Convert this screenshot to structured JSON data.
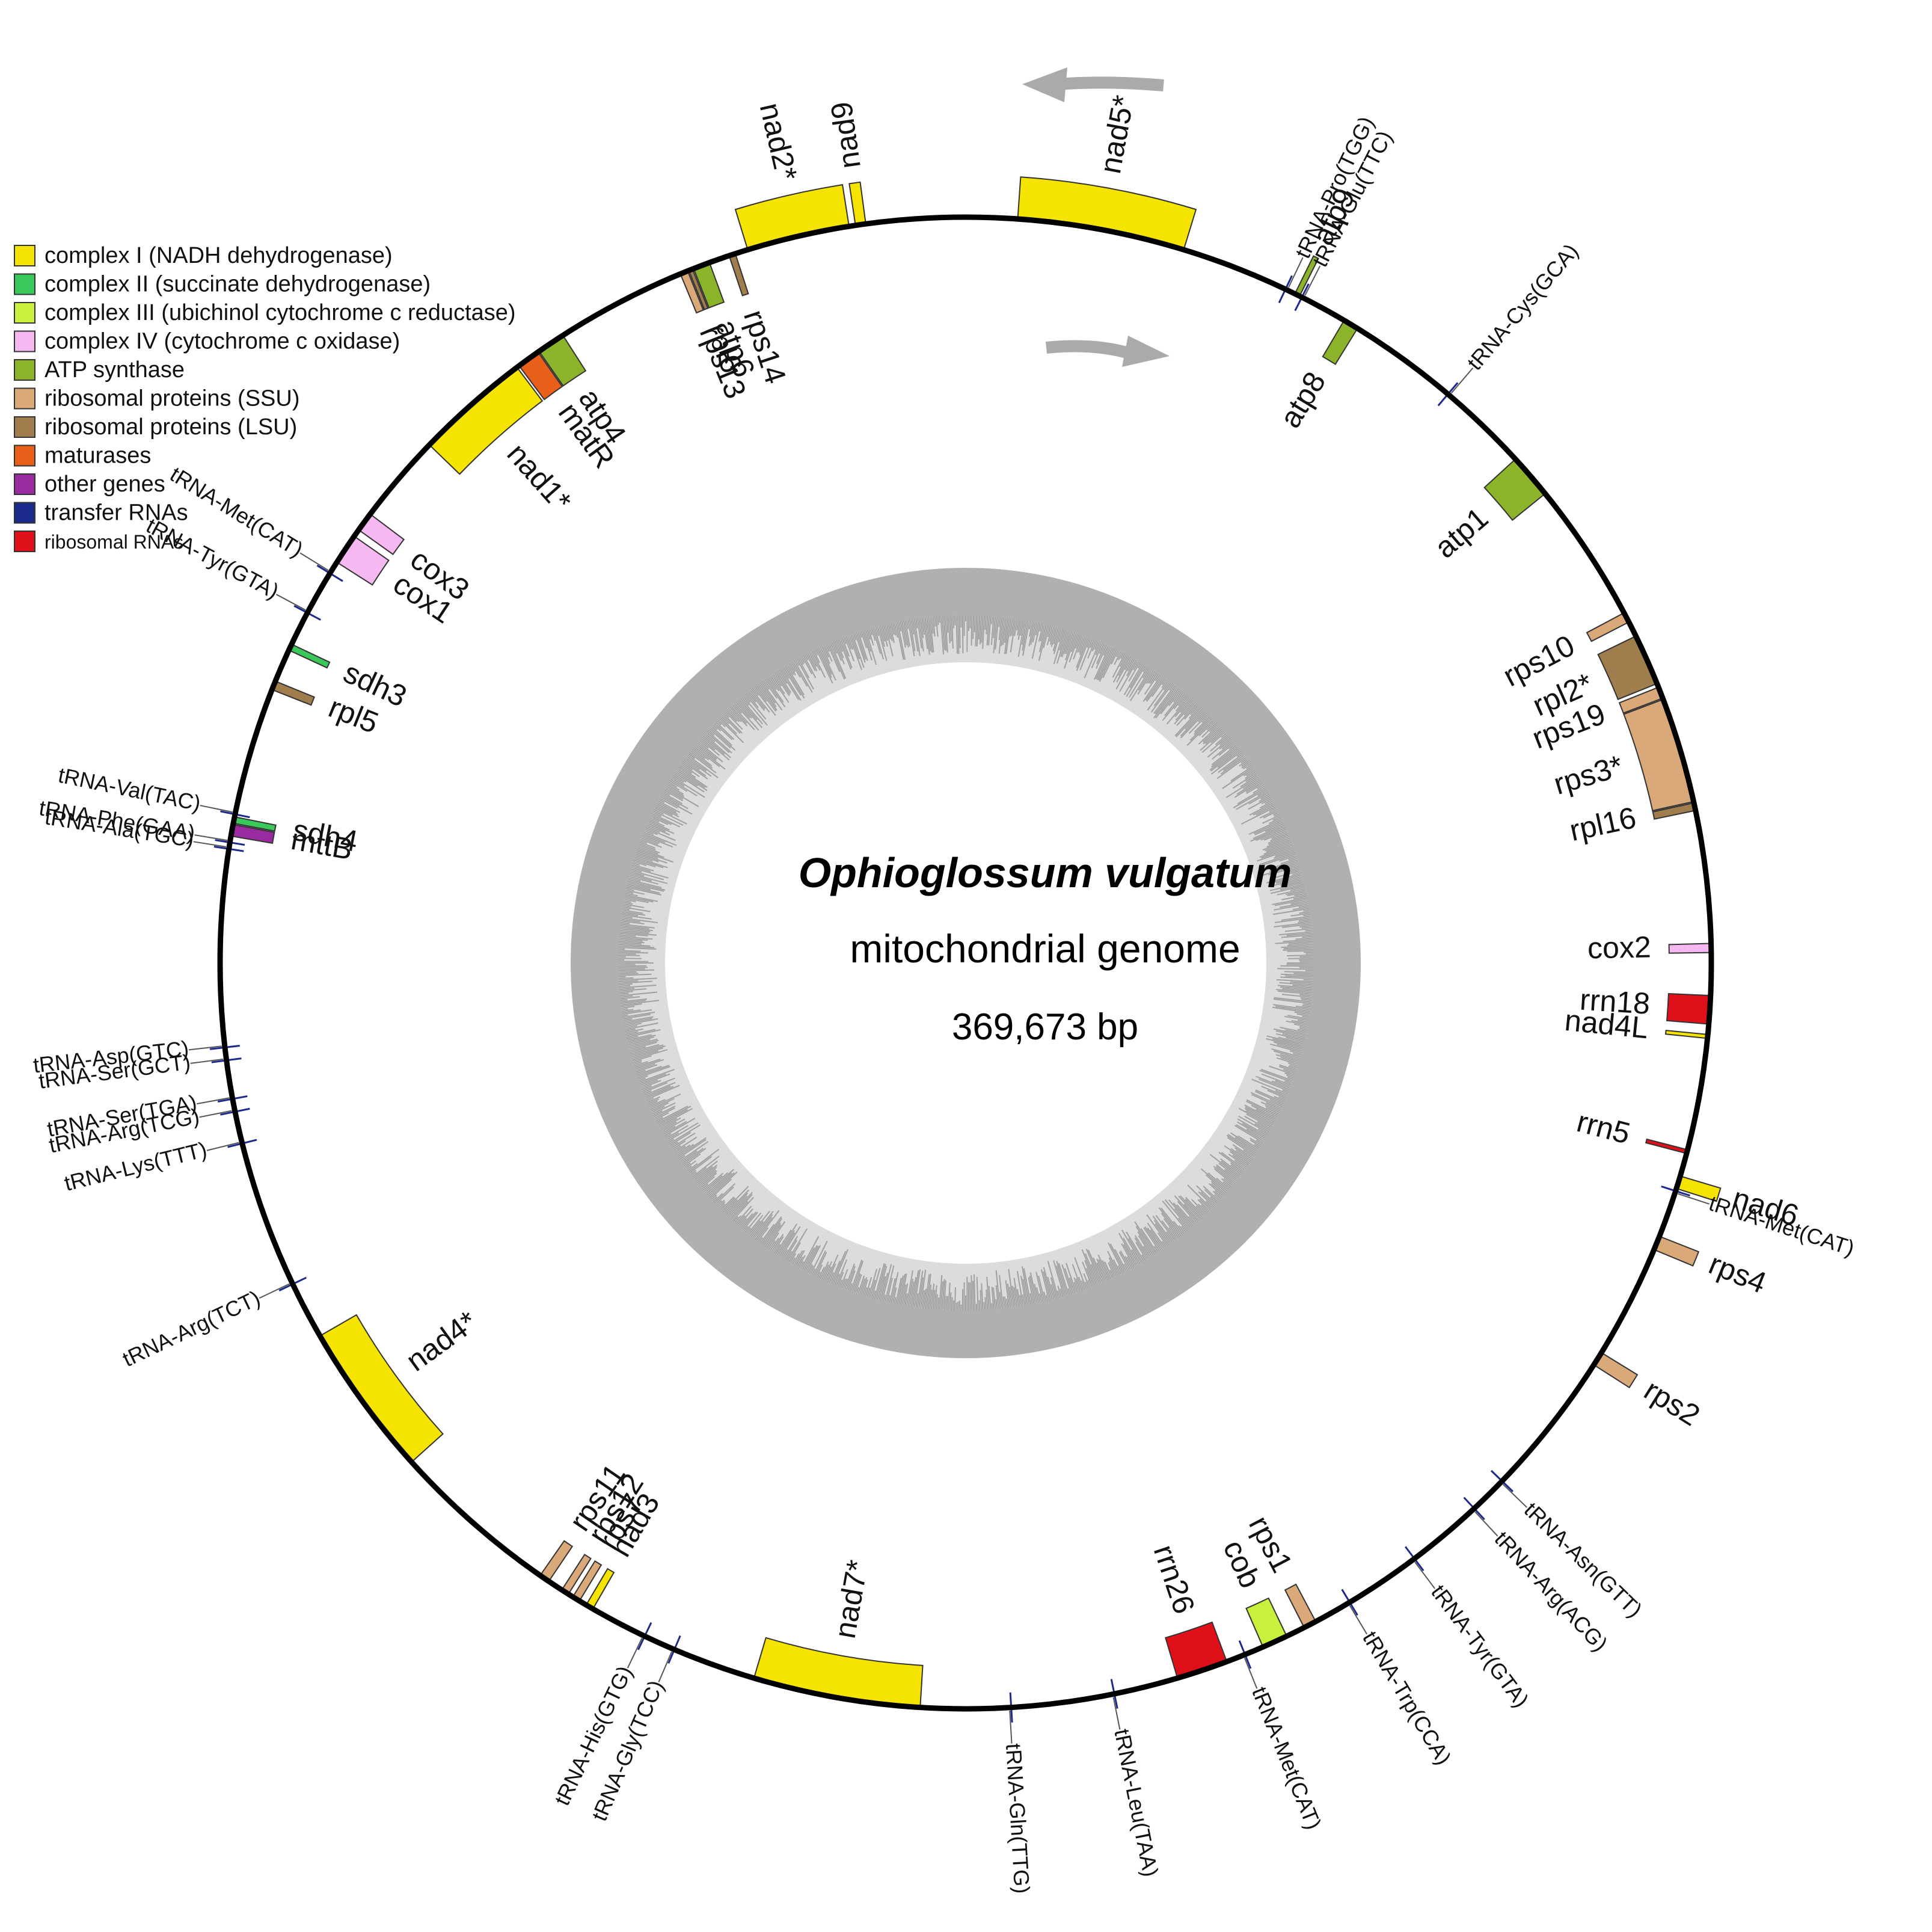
{
  "title": {
    "species": "Ophioglossum vulgatum",
    "subtitle": "mitochondrial genome",
    "size": "369,673 bp"
  },
  "colors": {
    "complex_I": "#f5e400",
    "complex_II": "#3ac85a",
    "complex_III": "#c8f03c",
    "complex_IV": "#f6b8f0",
    "atp": "#8cb42a",
    "rps": "#d9a97a",
    "rpl": "#a07d4c",
    "maturase": "#e8601a",
    "other": "#9a2aa0",
    "trna": "#1c2a8c",
    "rrna": "#e0101a"
  },
  "legend": [
    {
      "label": "complex I (NADH dehydrogenase)",
      "color": "#f5e400"
    },
    {
      "label": "complex II (succinate dehydrogenase)",
      "color": "#3ac85a"
    },
    {
      "label": "complex III (ubichinol cytochrome c reductase)",
      "color": "#c8f03c"
    },
    {
      "label": "complex IV (cytochrome c oxidase)",
      "color": "#f6b8f0"
    },
    {
      "label": "ATP synthase",
      "color": "#8cb42a"
    },
    {
      "label": "ribosomal proteins (SSU)",
      "color": "#d9a97a"
    },
    {
      "label": "ribosomal proteins (LSU)",
      "color": "#a07d4c"
    },
    {
      "label": "maturases",
      "color": "#e8601a"
    },
    {
      "label": "other genes",
      "color": "#9a2aa0"
    },
    {
      "label": "transfer RNAs",
      "color": "#1c2a8c"
    },
    {
      "label": "ribosomal RNAs",
      "color": "#e0101a"
    }
  ],
  "genes": [
    {
      "name": "nad9",
      "start": -8.5,
      "span": 0.8,
      "strand": "out",
      "cls": "complex_I"
    },
    {
      "name": "nad5*",
      "start": 4,
      "span": 13,
      "strand": "out",
      "cls": "complex_I"
    },
    {
      "name": "tRNA-Pro(TGG)",
      "start": 25.4,
      "span": 0.3,
      "strand": "out",
      "cls": "trna"
    },
    {
      "name": "atp9",
      "start": 26.2,
      "span": 0.4,
      "strand": "out",
      "cls": "atp"
    },
    {
      "name": "tRNA-Glu(TTC)",
      "start": 26.8,
      "span": 0.3,
      "strand": "out",
      "cls": "trna"
    },
    {
      "name": "atp8",
      "start": 30.5,
      "span": 1.2,
      "strand": "in",
      "cls": "atp"
    },
    {
      "name": "atp1",
      "start": 47.5,
      "span": 3.5,
      "strand": "in",
      "cls": "atp"
    },
    {
      "name": "tRNA-Cys(GCA)",
      "start": 40.3,
      "span": 0.3,
      "strand": "out",
      "cls": "trna"
    },
    {
      "name": "rps10",
      "start": 62,
      "span": 0.8,
      "strand": "in",
      "cls": "rps"
    },
    {
      "name": "rpl2*",
      "start": 64,
      "span": 4,
      "strand": "in",
      "cls": "rpl"
    },
    {
      "name": "rps19",
      "start": 68.3,
      "span": 0.9,
      "strand": "in",
      "cls": "rps"
    },
    {
      "name": "rps3*",
      "start": 69.3,
      "span": 8.2,
      "strand": "in",
      "cls": "rps"
    },
    {
      "name": "rpl16",
      "start": 77.6,
      "span": 0.6,
      "strand": "in",
      "cls": "rpl"
    },
    {
      "name": "cox2",
      "start": 88.5,
      "span": 0.7,
      "strand": "in",
      "cls": "complex_IV"
    },
    {
      "name": "rrn18",
      "start": 92.5,
      "span": 2.2,
      "strand": "in",
      "cls": "rrna"
    },
    {
      "name": "nad4L",
      "start": 95.5,
      "span": 0.3,
      "strand": "in",
      "cls": "complex_I"
    },
    {
      "name": "rrn5",
      "start": 104.5,
      "span": 0.3,
      "strand": "in",
      "cls": "rrna"
    },
    {
      "name": "nad6",
      "start": 106.6,
      "span": 1,
      "strand": "out",
      "cls": "complex_I"
    },
    {
      "name": "tRNA-Met(CAT)",
      "start": 107.8,
      "span": 0.3,
      "strand": "out",
      "cls": "trna"
    },
    {
      "name": "rps4",
      "start": 111.5,
      "span": 1.1,
      "strand": "out",
      "cls": "rps"
    },
    {
      "name": "rps2",
      "start": 121.5,
      "span": 1.1,
      "strand": "out",
      "cls": "rps"
    },
    {
      "name": "tRNA-Asn(GTT)",
      "start": 134,
      "span": 0.2,
      "strand": "out",
      "cls": "trna"
    },
    {
      "name": "tRNA-Arg(ACG)",
      "start": 137,
      "span": 0.2,
      "strand": "out",
      "cls": "trna"
    },
    {
      "name": "tRNA-Tyr(GTA)",
      "start": 143,
      "span": 0.2,
      "strand": "out",
      "cls": "trna"
    },
    {
      "name": "tRNA-Trp(CCA)",
      "start": 149,
      "span": 0.2,
      "strand": "out",
      "cls": "trna"
    },
    {
      "name": "rps1",
      "start": 152,
      "span": 1,
      "strand": "in",
      "cls": "rps"
    },
    {
      "name": "cob",
      "start": 154.5,
      "span": 2,
      "strand": "in",
      "cls": "complex_III"
    },
    {
      "name": "tRNA-Met(CAT)",
      "start": 158,
      "span": 0.2,
      "strand": "out",
      "cls": "trna"
    },
    {
      "name": "rrn26",
      "start": 159.5,
      "span": 4,
      "strand": "in",
      "cls": "rrna"
    },
    {
      "name": "tRNA-Leu(TAA)",
      "start": 168.5,
      "span": 0.2,
      "strand": "out",
      "cls": "trna"
    },
    {
      "name": "tRNA-Gln(TTG)",
      "start": 176.5,
      "span": 0.2,
      "strand": "out",
      "cls": "trna"
    },
    {
      "name": "nad7*",
      "start": 183.5,
      "span": 13,
      "strand": "in",
      "cls": "complex_I"
    },
    {
      "name": "tRNA-Gly(TCC)",
      "start": 203,
      "span": 0.2,
      "strand": "out",
      "cls": "trna"
    },
    {
      "name": "tRNA-His(GTG)",
      "start": 205.5,
      "span": 0.2,
      "strand": "out",
      "cls": "trna"
    },
    {
      "name": "nad3",
      "start": 210,
      "span": 0.6,
      "strand": "in",
      "cls": "complex_I"
    },
    {
      "name": "rps7",
      "start": 211.2,
      "span": 0.6,
      "strand": "in",
      "cls": "rps"
    },
    {
      "name": "rps12",
      "start": 212.2,
      "span": 0.6,
      "strand": "in",
      "cls": "rps"
    },
    {
      "name": "rps11",
      "start": 214,
      "span": 0.8,
      "strand": "in",
      "cls": "rps"
    },
    {
      "name": "nad4*",
      "start": 228,
      "span": 12,
      "strand": "in",
      "cls": "complex_I"
    },
    {
      "name": "tRNA-Arg(TCT)",
      "start": 244.5,
      "span": 0.2,
      "strand": "out",
      "cls": "trna"
    },
    {
      "name": "tRNA-Lys(TTT)",
      "start": 256,
      "span": 0.2,
      "strand": "out",
      "cls": "trna"
    },
    {
      "name": "tRNA-Arg(TCG)",
      "start": 258.5,
      "span": 0.2,
      "strand": "out",
      "cls": "trna"
    },
    {
      "name": "tRNA-Ser(TGA)",
      "start": 259.5,
      "span": 0.2,
      "strand": "out",
      "cls": "trna"
    },
    {
      "name": "tRNA-Ser(GCT)",
      "start": 262.5,
      "span": 0.2,
      "strand": "out",
      "cls": "trna"
    },
    {
      "name": "tRNA-Asp(GTC)",
      "start": 263.5,
      "span": 0.2,
      "strand": "out",
      "cls": "trna"
    },
    {
      "name": "tRNA-Ala(TGC)",
      "start": 278.8,
      "span": 0.2,
      "strand": "out",
      "cls": "trna"
    },
    {
      "name": "tRNA-Phe(GAA)",
      "start": 279.3,
      "span": 0.2,
      "strand": "out",
      "cls": "trna"
    },
    {
      "name": "mttB",
      "start": 279.8,
      "span": 0.9,
      "strand": "in",
      "cls": "other"
    },
    {
      "name": "sdh4",
      "start": 280.8,
      "span": 0.5,
      "strand": "in",
      "cls": "complex_II"
    },
    {
      "name": "tRNA-Val(TAC)",
      "start": 281.5,
      "span": 0.2,
      "strand": "out",
      "cls": "trna"
    },
    {
      "name": "rpl5",
      "start": 291.5,
      "span": 0.7,
      "strand": "in",
      "cls": "rpl"
    },
    {
      "name": "sdh3",
      "start": 294.8,
      "span": 0.5,
      "strand": "in",
      "cls": "complex_II"
    },
    {
      "name": "tRNA-Tyr(GTA)",
      "start": 298,
      "span": 0.2,
      "strand": "out",
      "cls": "trna"
    },
    {
      "name": "tRNA-Met(CAT)",
      "start": 301.5,
      "span": 0.2,
      "strand": "out",
      "cls": "trna"
    },
    {
      "name": "cox1",
      "start": 302.5,
      "span": 2.4,
      "strand": "in",
      "cls": "complex_IV"
    },
    {
      "name": "cox3",
      "start": 305.5,
      "span": 1.5,
      "strand": "in",
      "cls": "complex_IV"
    },
    {
      "name": "nad1*",
      "start": 314,
      "span": 9,
      "strand": "in",
      "cls": "complex_I"
    },
    {
      "name": "matR",
      "start": 323.2,
      "span": 1.8,
      "strand": "in",
      "cls": "maturase"
    },
    {
      "name": "atp4",
      "start": 325.1,
      "span": 2.2,
      "strand": "in",
      "cls": "atp"
    },
    {
      "name": "rps13",
      "start": 337.5,
      "span": 0.6,
      "strand": "in",
      "cls": "rps"
    },
    {
      "name": "rpl6",
      "start": 338.2,
      "span": 0.3,
      "strand": "in",
      "cls": "rpl"
    },
    {
      "name": "atp6",
      "start": 338.6,
      "span": 1.3,
      "strand": "in",
      "cls": "atp"
    },
    {
      "name": "rps14",
      "start": 341.5,
      "span": 0.5,
      "strand": "in",
      "cls": "rpl"
    },
    {
      "name": "nad2*",
      "start": 343,
      "span": 8,
      "strand": "out",
      "cls": "complex_I"
    }
  ]
}
